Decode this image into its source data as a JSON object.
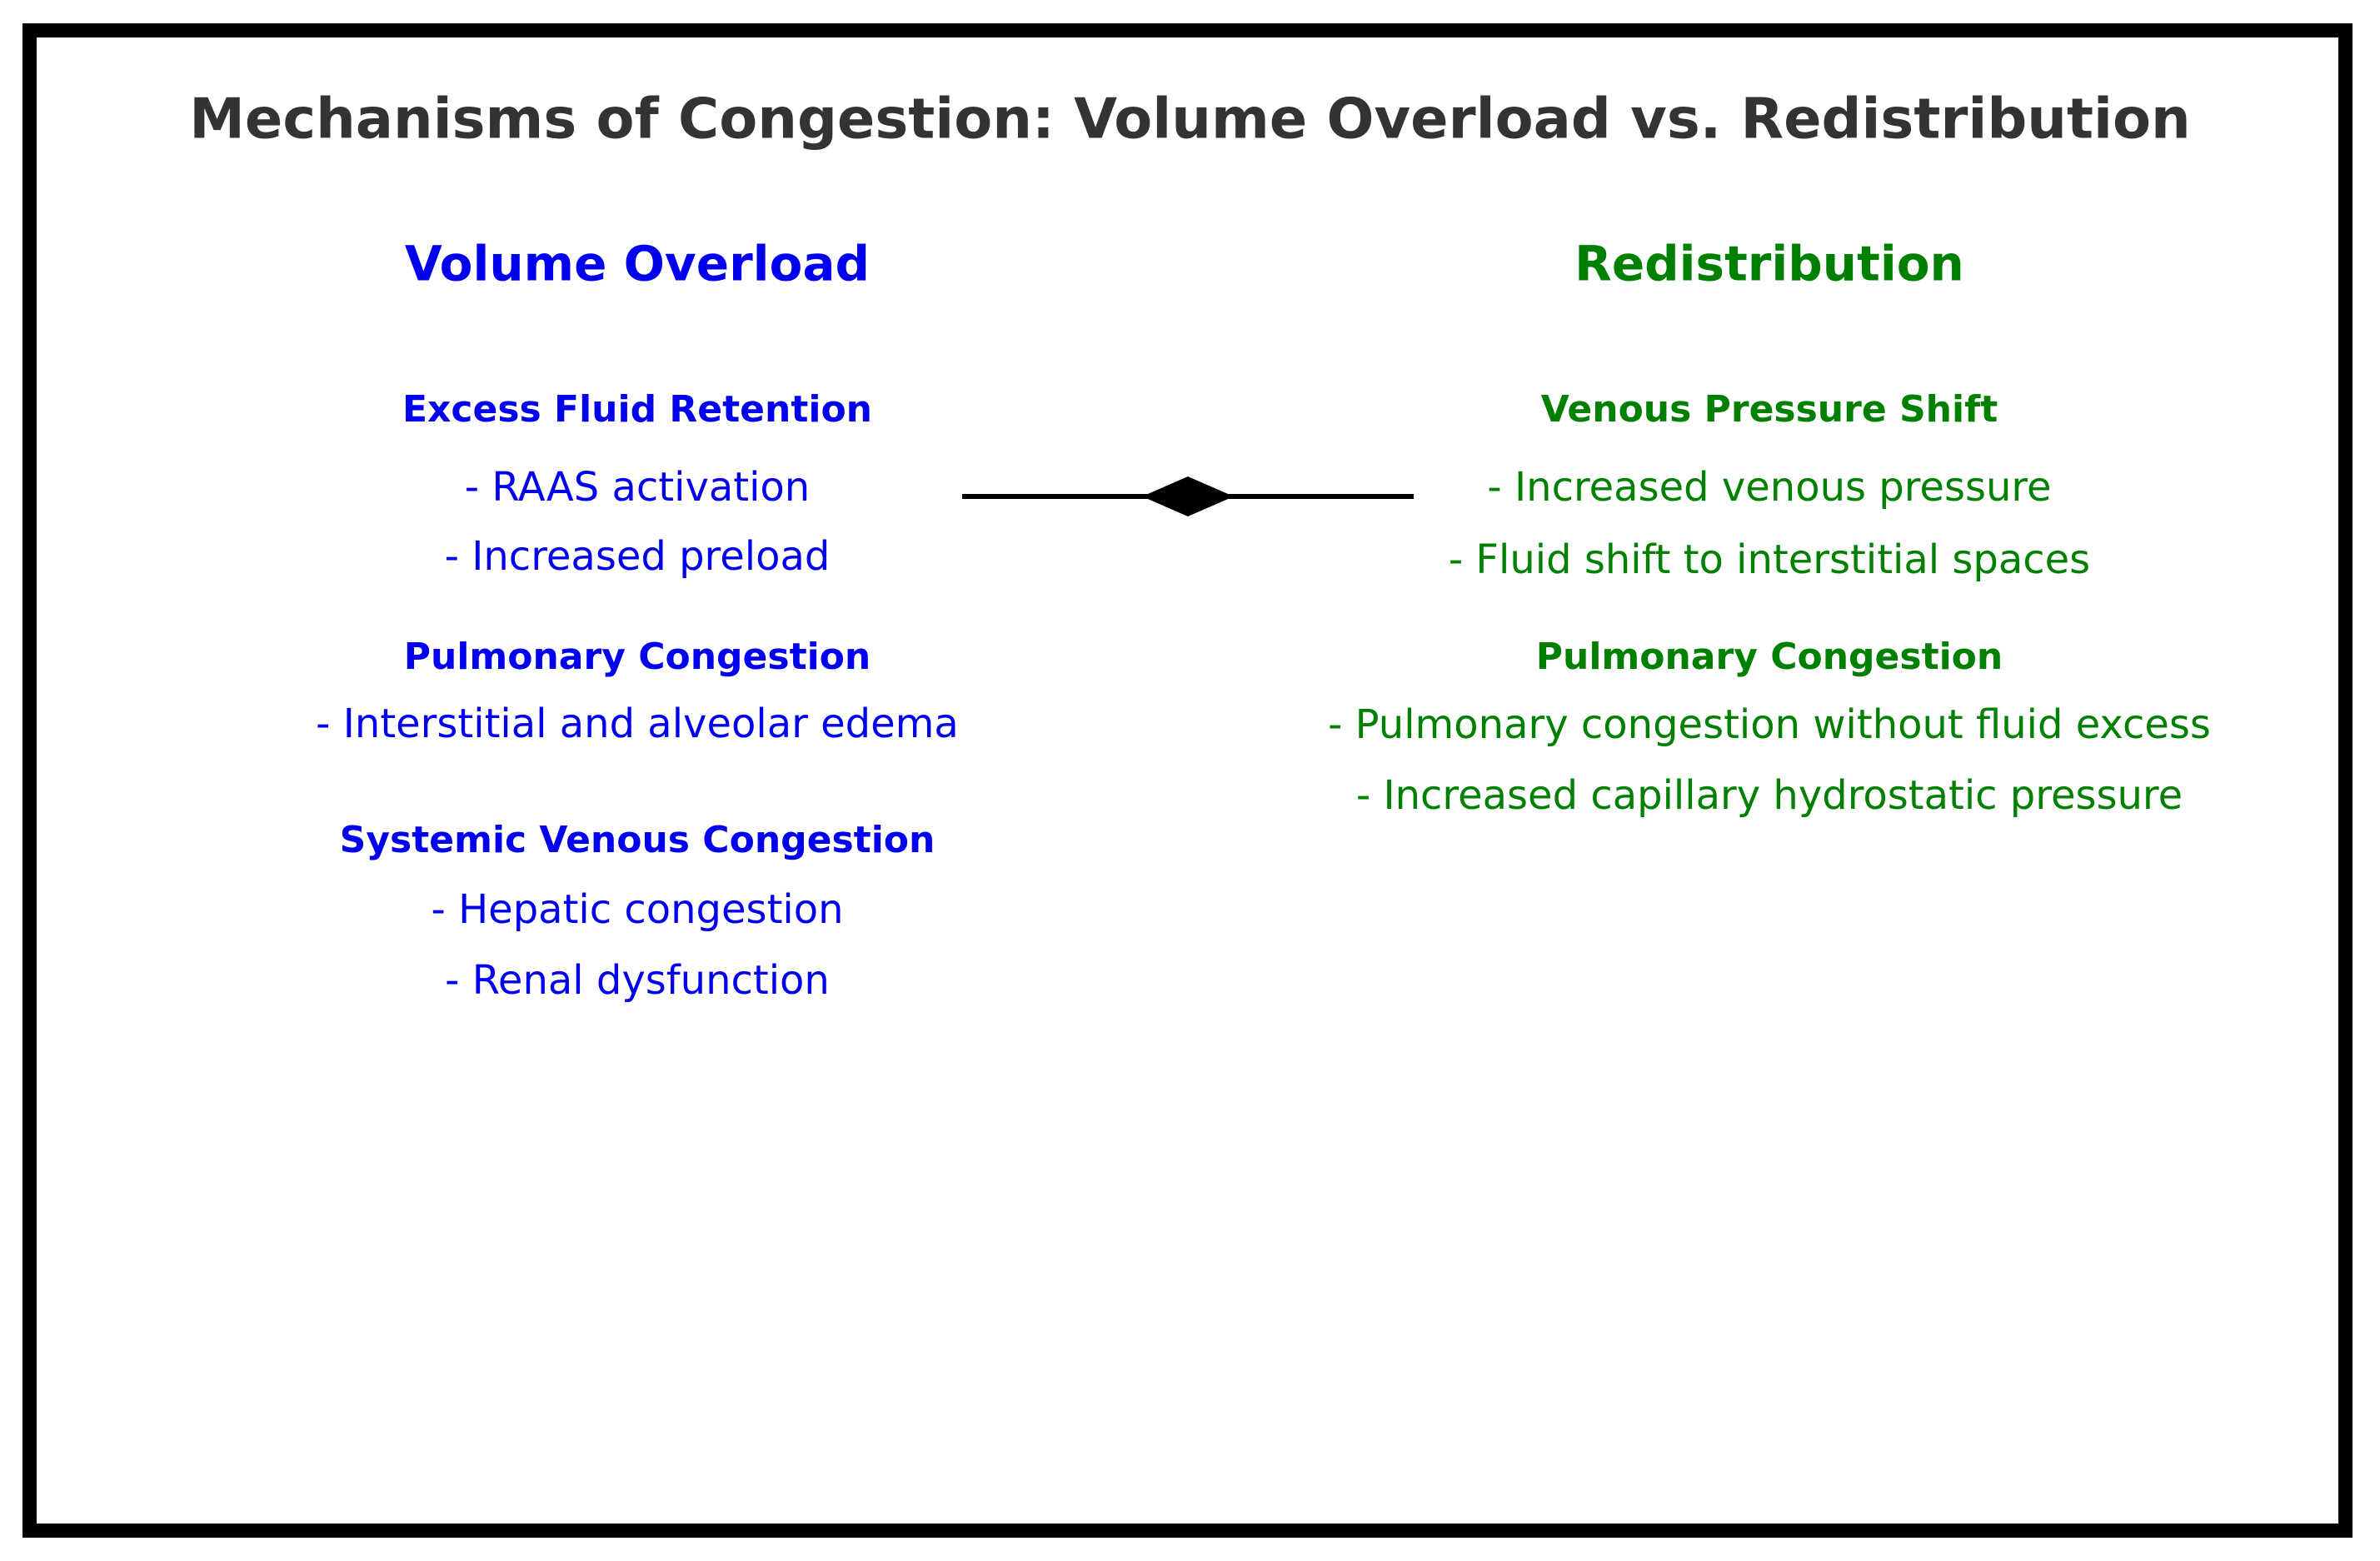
{
  "title": "Mechanisms of Congestion: Volume Overload vs. Redistribution",
  "colors": {
    "background": "#ffffff",
    "border": "#000000",
    "title": "#333333",
    "left_column": "#0000ee",
    "right_column": "#008000",
    "connector": "#000000"
  },
  "connector": {
    "shape": "horizontal-line-with-diamond"
  },
  "columns": [
    {
      "header": "Volume Overload",
      "sections": [
        {
          "heading": "Excess Fluid Retention",
          "items": [
            "- RAAS activation",
            "- Increased preload"
          ]
        },
        {
          "heading": "Pulmonary Congestion",
          "items": [
            "- Interstitial and alveolar edema"
          ]
        },
        {
          "heading": "Systemic Venous Congestion",
          "items": [
            "- Hepatic congestion",
            "- Renal dysfunction"
          ]
        }
      ]
    },
    {
      "header": "Redistribution",
      "sections": [
        {
          "heading": "Venous Pressure Shift",
          "items": [
            "- Increased venous pressure",
            "- Fluid shift to interstitial spaces"
          ]
        },
        {
          "heading": "Pulmonary Congestion",
          "items": [
            "- Pulmonary congestion without fluid excess",
            "- Increased capillary hydrostatic pressure"
          ]
        }
      ]
    }
  ]
}
